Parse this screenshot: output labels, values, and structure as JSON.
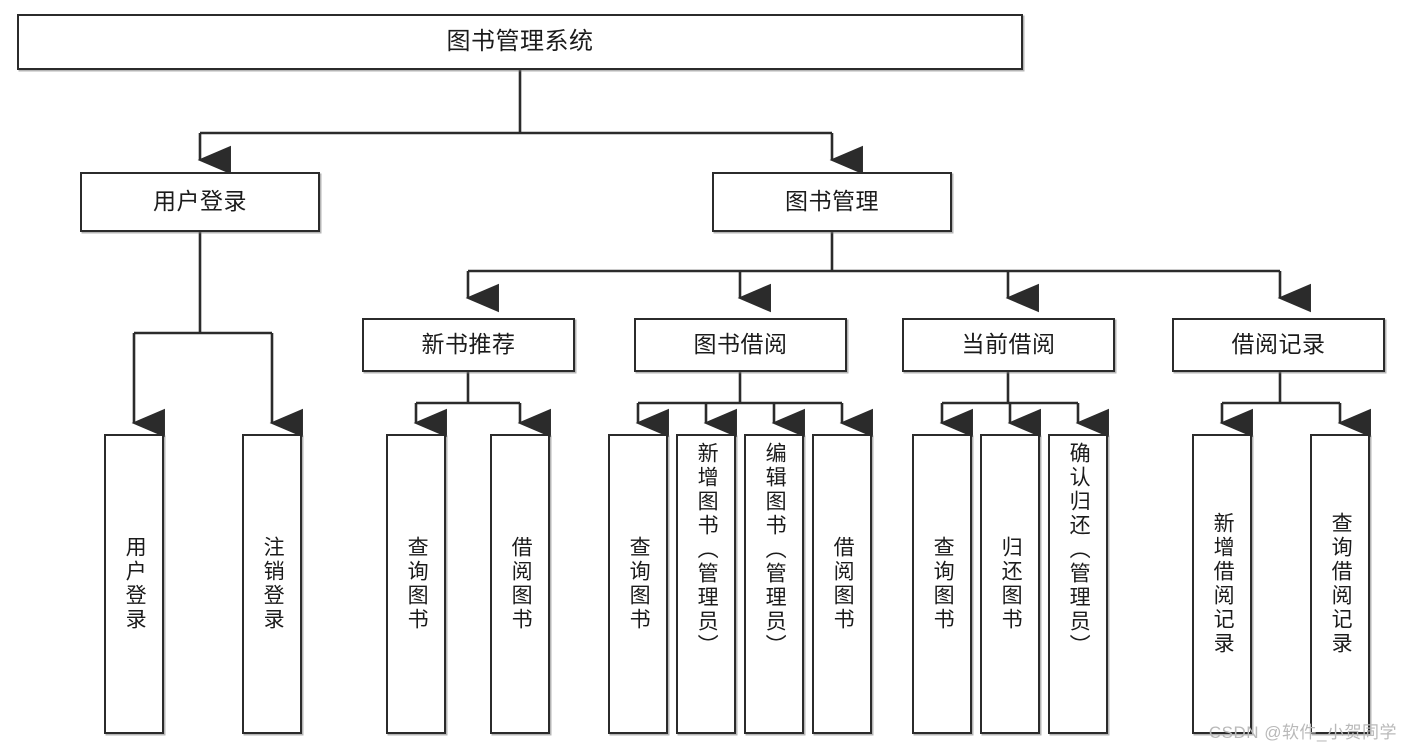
{
  "diagram": {
    "title": "图书管理系统",
    "watermark": "CSDN @软件_小贺同学",
    "colors": {
      "stroke": "#2b2b2b",
      "box_fill": "#ffffff",
      "text": "#1b1b1b",
      "watermark": "#b9b9b9",
      "background": "#ffffff"
    },
    "type": "tree",
    "levels": 4,
    "root": {
      "label": "图书管理系统"
    },
    "level2": [
      {
        "label": "用户登录"
      },
      {
        "label": "图书管理"
      }
    ],
    "level3": [
      {
        "label": "新书推荐",
        "parent": "图书管理"
      },
      {
        "label": "图书借阅",
        "parent": "图书管理"
      },
      {
        "label": "当前借阅",
        "parent": "图书管理"
      },
      {
        "label": "借阅记录",
        "parent": "图书管理"
      }
    ],
    "leaves": {
      "用户登录": [
        {
          "label": "用户登录"
        },
        {
          "label": "注销登录"
        }
      ],
      "新书推荐": [
        {
          "label": "查询图书"
        },
        {
          "label": "借阅图书"
        }
      ],
      "图书借阅": [
        {
          "label": "查询图书"
        },
        {
          "label": "新增图书（管理员）"
        },
        {
          "label": "编辑图书（管理员）"
        },
        {
          "label": "借阅图书"
        }
      ],
      "当前借阅": [
        {
          "label": "查询图书"
        },
        {
          "label": "归还图书"
        },
        {
          "label": "确认归还（管理员）"
        }
      ],
      "借阅记录": [
        {
          "label": "新增借阅记录"
        },
        {
          "label": "查询借阅记录"
        }
      ]
    }
  }
}
